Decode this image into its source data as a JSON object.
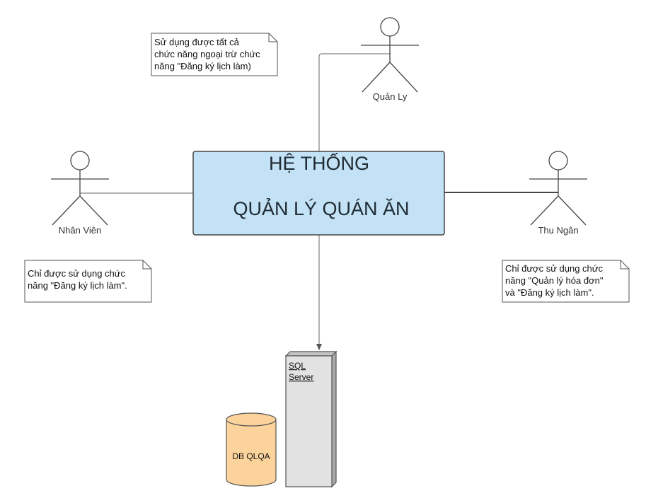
{
  "system": {
    "line1": "HỆ THỐNG",
    "line2": "QUẢN LÝ  QUÁN ĂN",
    "fill": "#c3e2f5",
    "stroke": "#444444"
  },
  "actors": {
    "manager": "Quản Ly",
    "employee": "Nhân Viên",
    "cashier": "Thu Ngân"
  },
  "notes": {
    "manager": [
      "Sử dụng được tất cả",
      "chức năng ngoại trừ chức",
      "năng \"Đăng ký lịch làm)"
    ],
    "employee": [
      "Chỉ được sử dụng chức",
      "năng \"Đăng ký lịch làm\"."
    ],
    "cashier": [
      "Chỉ được sử dụng chức",
      "năng \"Quản lý hóa đơn\"",
      "và \"Đăng ký lịch làm\"."
    ]
  },
  "server": {
    "line1": "SQL",
    "line2": "Server",
    "fill": "#e2e2e2"
  },
  "database": {
    "label": "DB QLQA",
    "fill": "#fbd39b"
  }
}
